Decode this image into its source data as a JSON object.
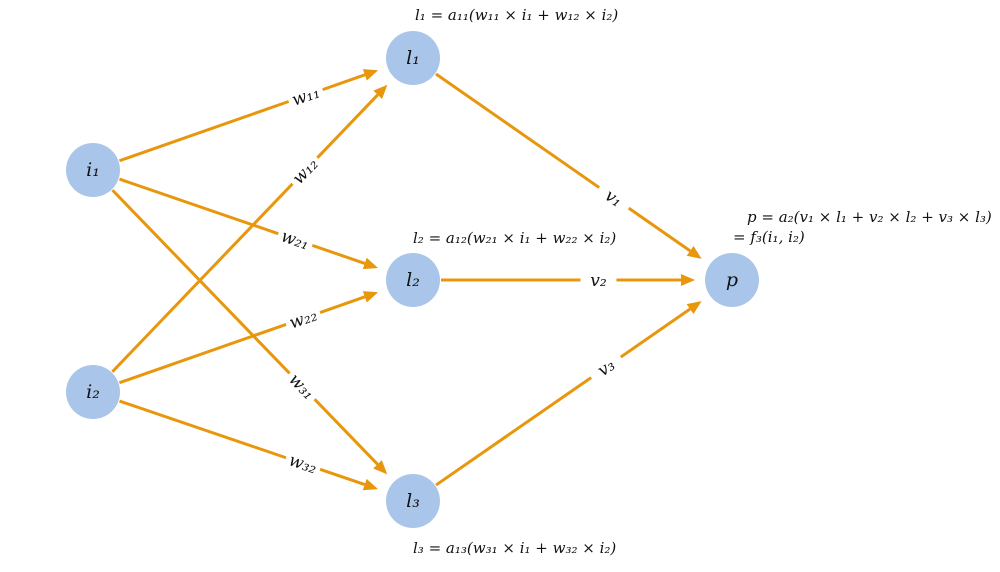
{
  "nodes": [
    {
      "id": "i1",
      "label": "i₁"
    },
    {
      "id": "i2",
      "label": "i₂"
    },
    {
      "id": "l1",
      "label": "l₁"
    },
    {
      "id": "l2",
      "label": "l₂"
    },
    {
      "id": "l3",
      "label": "l₃"
    },
    {
      "id": "p",
      "label": "p"
    }
  ],
  "edges": [
    {
      "from": "i1",
      "to": "l1",
      "label": "w₁₁"
    },
    {
      "from": "i2",
      "to": "l1",
      "label": "w₁₂"
    },
    {
      "from": "i1",
      "to": "l2",
      "label": "w₂₁"
    },
    {
      "from": "i2",
      "to": "l2",
      "label": "w₂₂"
    },
    {
      "from": "i1",
      "to": "l3",
      "label": "w₃₁"
    },
    {
      "from": "i2",
      "to": "l3",
      "label": "w₃₂"
    },
    {
      "from": "l1",
      "to": "p",
      "label": "v₁"
    },
    {
      "from": "l2",
      "to": "p",
      "label": "v₂"
    },
    {
      "from": "l3",
      "to": "p",
      "label": "v₃"
    }
  ],
  "formulas": {
    "l1": "l₁ = a₁₁(w₁₁ × i₁ + w₁₂ × i₂)",
    "l2": "l₂ = a₁₂(w₂₁ × i₁ + w₂₂ × i₂)",
    "l3": "l₃ = a₁₃(w₃₁ × i₁ + w₃₂ × i₂)",
    "p_line1": "p = a₂(v₁ × l₁ + v₂ × l₂ + v₃ × l₃)",
    "p_line2": "= f₃(i₁, i₂)"
  },
  "colors": {
    "edge": "#e8960c",
    "node": "#a9c6ea"
  }
}
